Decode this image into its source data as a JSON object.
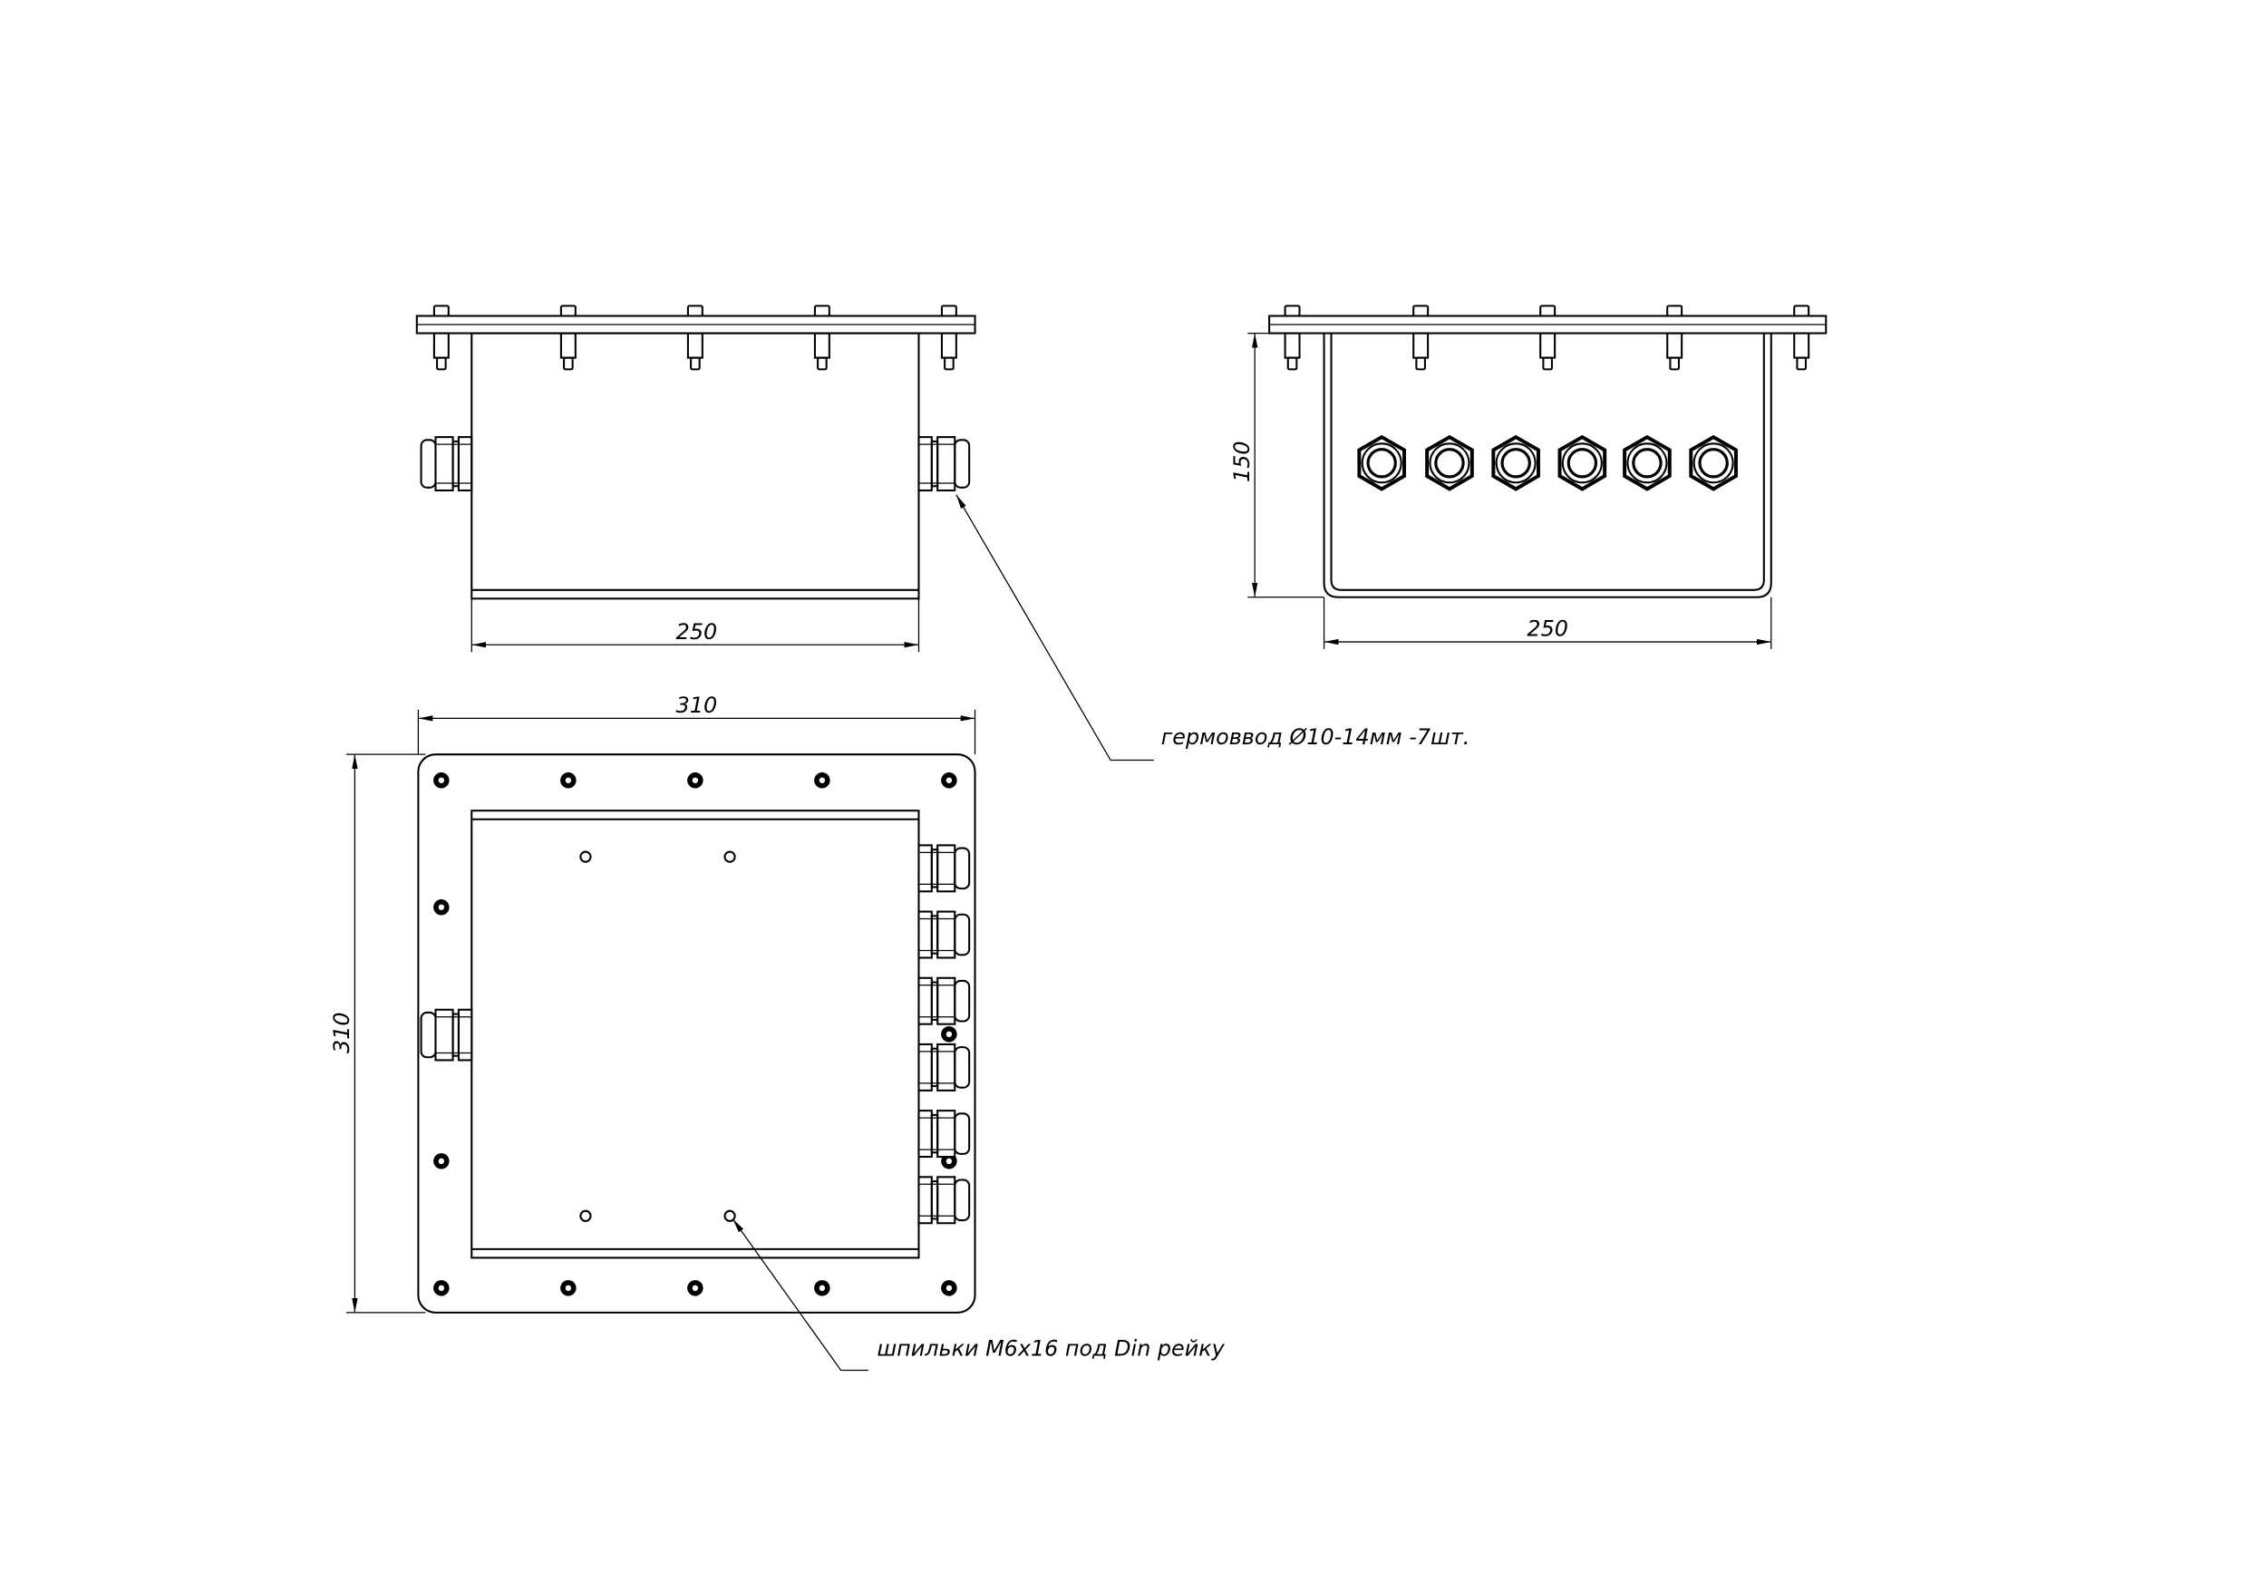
{
  "front_view": {
    "width_dim": "250"
  },
  "side_view": {
    "height_dim": "150",
    "width_dim": "250"
  },
  "top_view": {
    "width_dim": "310",
    "height_dim": "310"
  },
  "annotations": {
    "cable_gland": "гермоввод Ø10-14мм  -7шт.",
    "din_studs": "шпильки М6х16 под Din рейку"
  }
}
